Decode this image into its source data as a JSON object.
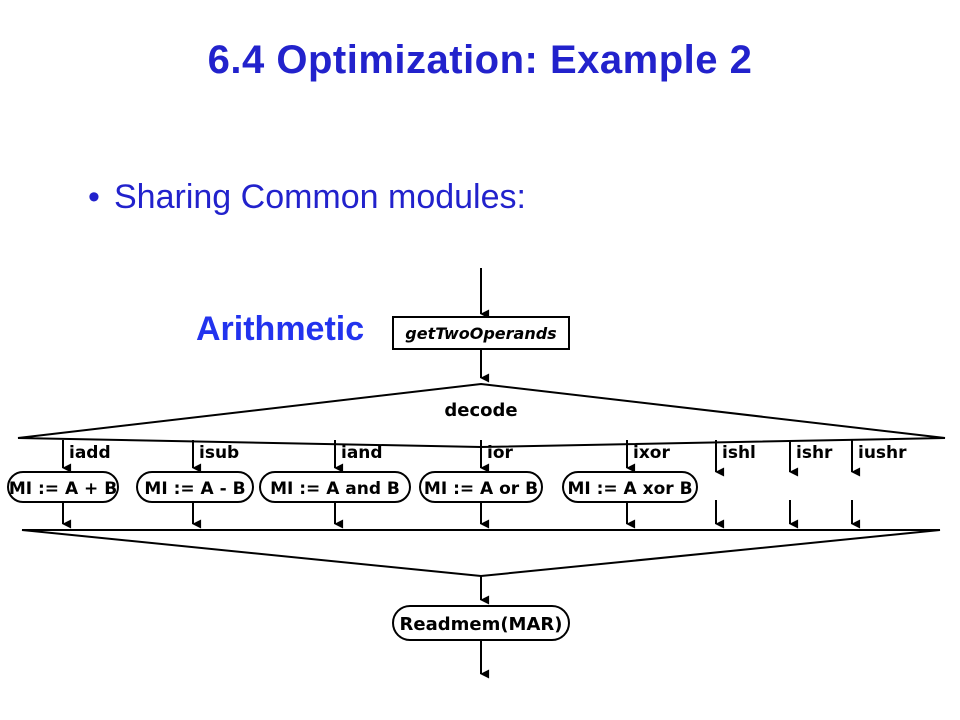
{
  "slide": {
    "title": "6.4 Optimization: Example 2",
    "bullet": "Sharing Common modules:"
  },
  "diagram": {
    "label": "Arithmetic",
    "top_box": "getTwoOperands",
    "decode": "decode",
    "branches": [
      {
        "op": "iadd",
        "action": "MI := A + B"
      },
      {
        "op": "isub",
        "action": "MI := A - B"
      },
      {
        "op": "iand",
        "action": "MI := A and B"
      },
      {
        "op": "ior",
        "action": "MI := A or B"
      },
      {
        "op": "ixor",
        "action": "MI := A xor B"
      },
      {
        "op": "ishl",
        "action": ""
      },
      {
        "op": "ishr",
        "action": ""
      },
      {
        "op": "iushr",
        "action": ""
      }
    ],
    "bottom_box": "Readmem(MAR)",
    "label_color": "#2233ee",
    "title_color": "#2222cc"
  }
}
